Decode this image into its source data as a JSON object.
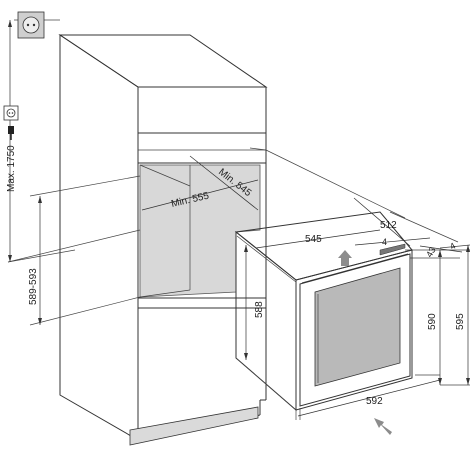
{
  "labels": {
    "max_height": "Max. 1750",
    "niche_height_range": "589-593",
    "min_width": "Min. 555",
    "min_depth": "Min. 545",
    "appliance_depth_top": "545",
    "appliance_depth_total": "512",
    "gap_4a": "4",
    "gap_4b": "4",
    "gap_43": "43",
    "height_588": "588",
    "height_590": "590",
    "height_595": "595",
    "width_592": "592"
  },
  "icons": {
    "wall_socket": "wall-socket-icon",
    "socket_symbol": "socket-symbol-icon",
    "plug": "plug-icon",
    "airflow_up": "airflow-up-arrow-icon",
    "airflow_in": "airflow-in-arrow-icon"
  },
  "colors": {
    "niche_shade": "#d8d8d8",
    "glass_shade": "#b9b9b9",
    "arrow_gray": "#8c8c8c",
    "kick_plate": "#dadada"
  }
}
